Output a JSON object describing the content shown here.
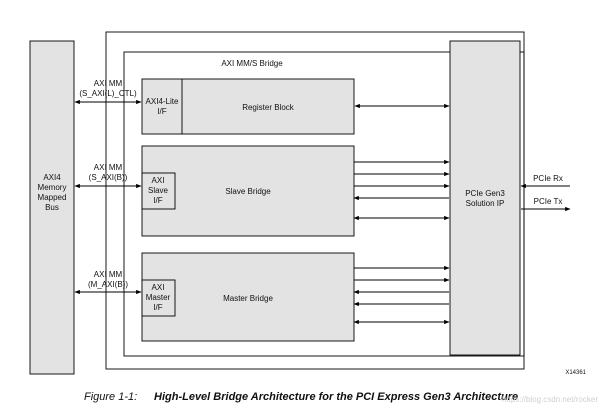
{
  "diagram": {
    "bridge_title": "AXI MM/S Bridge",
    "axi4_bus": [
      "AXI4",
      "Memory",
      "Mapped",
      "Bus"
    ],
    "register_block": "Register Block",
    "axi4_lite_if": [
      "AXI4-Lite",
      "I/F"
    ],
    "slave_bridge": "Slave Bridge",
    "axi_slave_if": [
      "AXI",
      "Slave",
      "I/F"
    ],
    "master_bridge": "Master Bridge",
    "axi_master_if": [
      "AXI",
      "Master",
      "I/F"
    ],
    "pcie_ip": [
      "PCIe Gen3",
      "Solution IP"
    ],
    "port_ctl": [
      "AXI MM",
      "(S_AXI(L)_CTL)"
    ],
    "port_slave": [
      "AXI MM",
      "(S_AXI(B))"
    ],
    "port_master": [
      "AXI MM",
      "(M_AXI(B))"
    ],
    "pcie_rx": "PCIe Rx",
    "pcie_tx": "PCIe Tx",
    "doc_id": "X14361"
  },
  "caption": {
    "figure_label": "Figure 1-1:",
    "title": "High-Level Bridge Architecture for the PCI Express Gen3 Architecture"
  },
  "watermark": "https://blog.csdn.net/rocker"
}
